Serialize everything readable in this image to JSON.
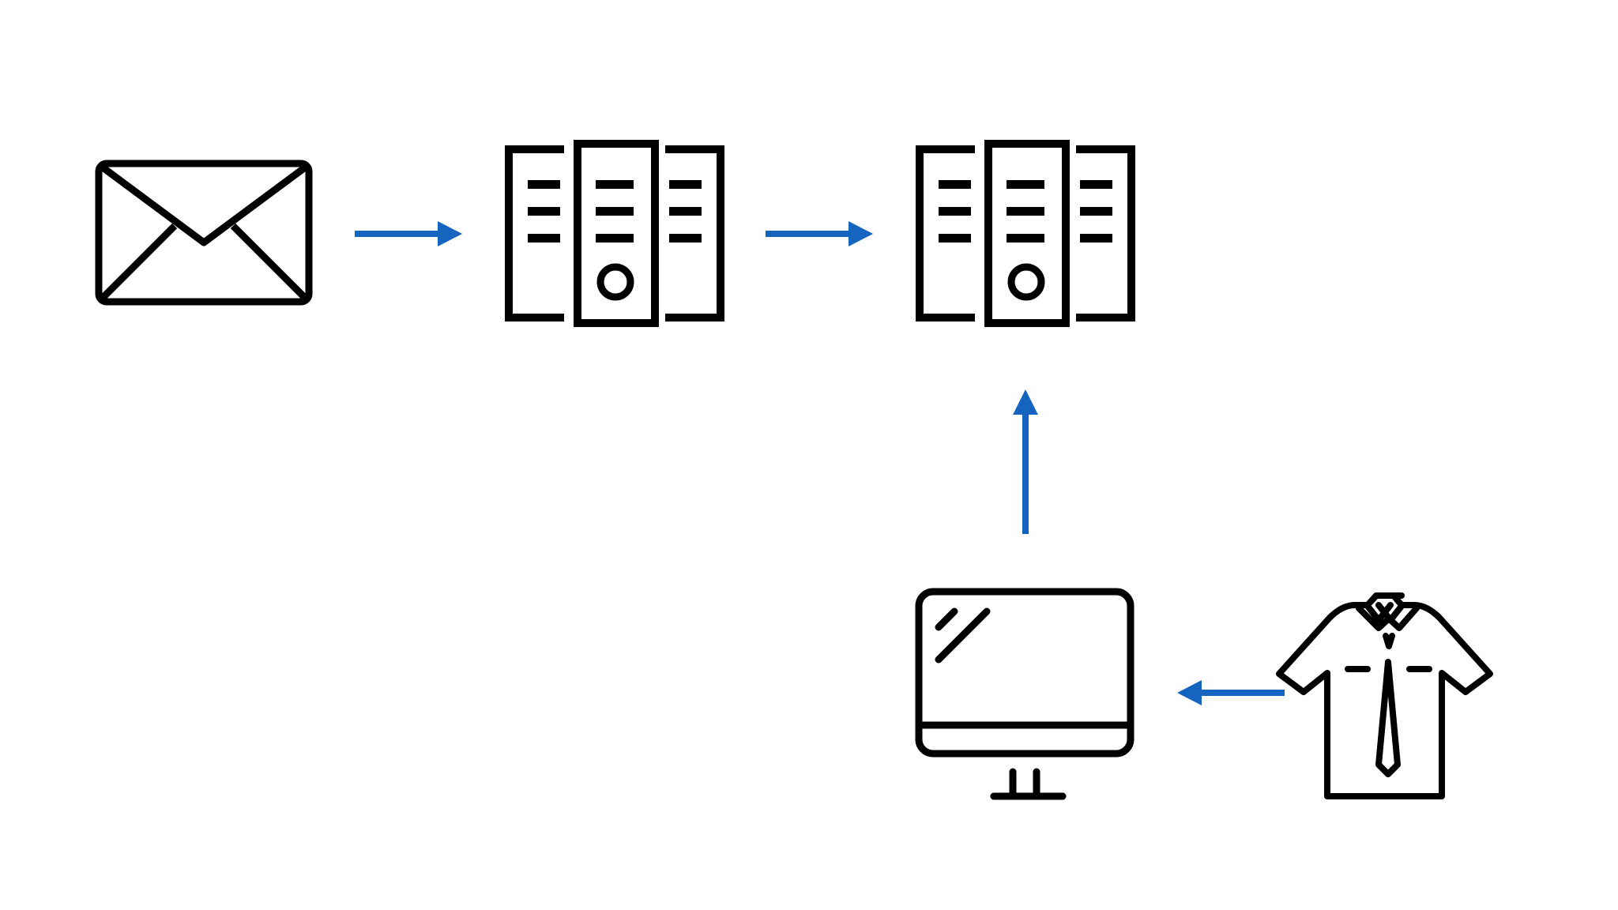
{
  "diagram": {
    "nodes": [
      {
        "id": "email",
        "icon": "envelope-icon"
      },
      {
        "id": "server-1",
        "icon": "server-rack-icon"
      },
      {
        "id": "server-2",
        "icon": "server-rack-icon"
      },
      {
        "id": "computer",
        "icon": "desktop-monitor-icon"
      },
      {
        "id": "user",
        "icon": "businessman-shirt-tie-icon"
      }
    ],
    "edges": [
      {
        "from": "email",
        "to": "server-1",
        "direction": "right"
      },
      {
        "from": "server-1",
        "to": "server-2",
        "direction": "right"
      },
      {
        "from": "computer",
        "to": "server-2",
        "direction": "up"
      },
      {
        "from": "user",
        "to": "computer",
        "direction": "left"
      }
    ],
    "colors": {
      "icon_stroke": "#000000",
      "arrow": "#1565c0",
      "background": "#ffffff"
    }
  }
}
